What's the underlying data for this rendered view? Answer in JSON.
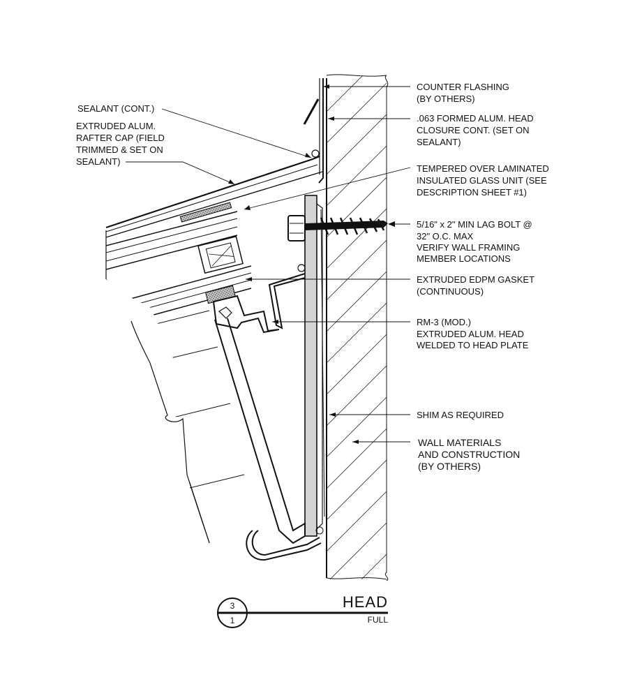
{
  "notes": {
    "counter_flashing": [
      "COUNTER FLASHING",
      "(BY OTHERS)"
    ],
    "head_closure": [
      ".063 FORMED ALUM. HEAD",
      "CLOSURE CONT. (SET ON",
      "SEALANT)"
    ],
    "glass_unit": [
      "TEMPERED OVER LAMINATED",
      "INSULATED GLASS UNIT (SEE",
      "DESCRIPTION SHEET #1)"
    ],
    "lag_bolt": [
      "5/16\" x 2\" MIN LAG BOLT @",
      "32\" O.C. MAX",
      "VERIFY WALL FRAMING",
      "MEMBER LOCATIONS"
    ],
    "gasket": [
      "EXTRUDED EDPM GASKET",
      "(CONTINUOUS)"
    ],
    "rm3": [
      "RM-3 (MOD.)",
      "EXTRUDED ALUM. HEAD",
      "WELDED TO HEAD PLATE"
    ],
    "shim": [
      "SHIM AS REQUIRED"
    ],
    "wall": [
      "WALL MATERIALS",
      "AND CONSTRUCTION",
      "(BY OTHERS)"
    ],
    "sealant": [
      "SEALANT (CONT.)"
    ],
    "rafter_cap": [
      "EXTRUDED ALUM.",
      "RAFTER CAP  (FIELD",
      "TRIMMED & SET ON",
      "SEALANT)"
    ]
  },
  "title_block": {
    "title": "HEAD",
    "scale": "FULL",
    "detail_number": "3",
    "sheet_number": "1"
  }
}
